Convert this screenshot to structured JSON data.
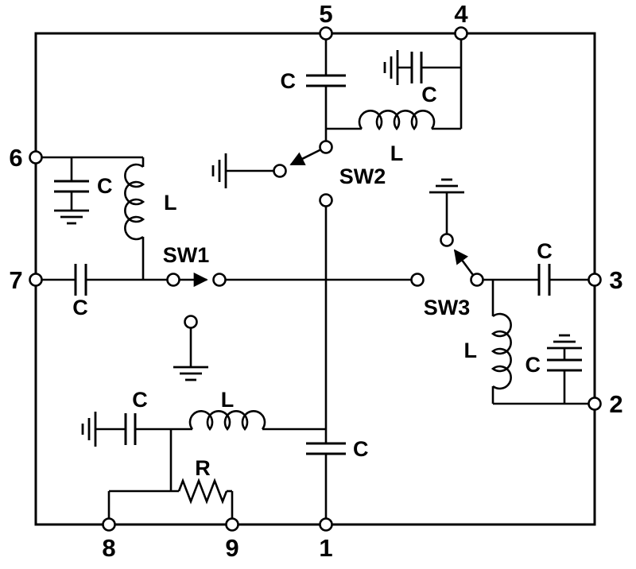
{
  "background": "#ffffff",
  "ink": "#000000",
  "pins": {
    "p1": "1",
    "p2": "2",
    "p3": "3",
    "p4": "4",
    "p5": "5",
    "p6": "6",
    "p7": "7",
    "p8": "8",
    "p9": "9"
  },
  "switches": {
    "sw1": "SW1",
    "sw2": "SW2",
    "sw3": "SW3"
  },
  "components": {
    "c_pin5": "C",
    "c_pin4": "C",
    "l_pin4": "L",
    "c_pin6": "C",
    "l_pin6": "L",
    "c_pin7": "C",
    "c_pin3": "C",
    "l_pin2": "L",
    "c_pin2": "C",
    "c_bottom": "C",
    "l_bottom": "L",
    "r_bottom": "R",
    "c_pin1": "C"
  }
}
